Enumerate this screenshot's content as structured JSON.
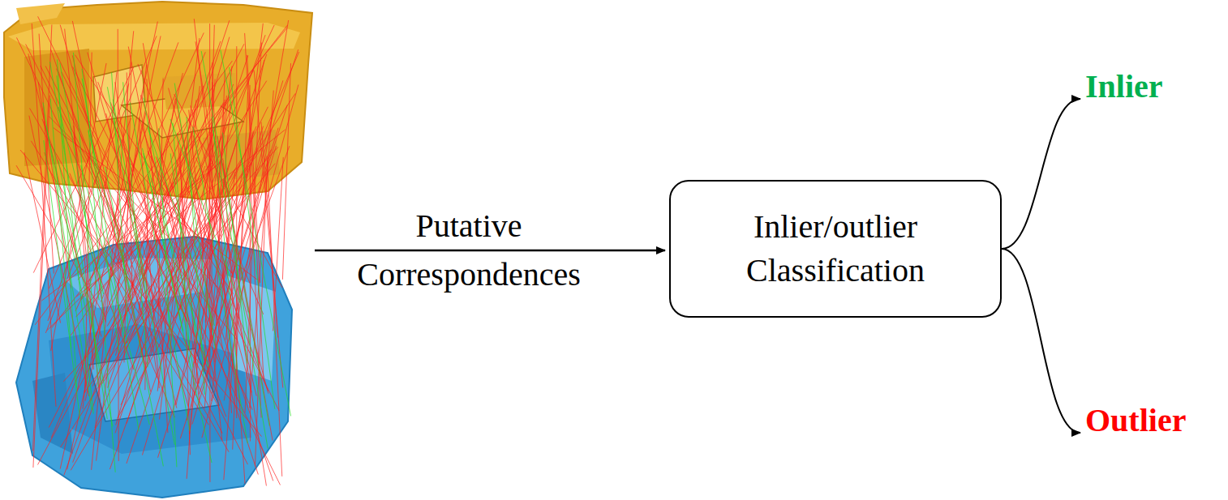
{
  "diagram": {
    "nodes": [
      {
        "text": [
          "Inlier/outlier Classification"
        ]
      },
      {
        "text": [
          "Inlier"
        ]
      },
      {
        "text": [
          "Outlier"
        ]
      }
    ],
    "edges": [
      {
        "from": 0,
        "to": 1,
        "arrow": "to"
      },
      {
        "from": 0,
        "to": 2,
        "arrow": "to"
      }
    ],
    "labels": [
      "Putative Correspondences"
    ]
  }
}
